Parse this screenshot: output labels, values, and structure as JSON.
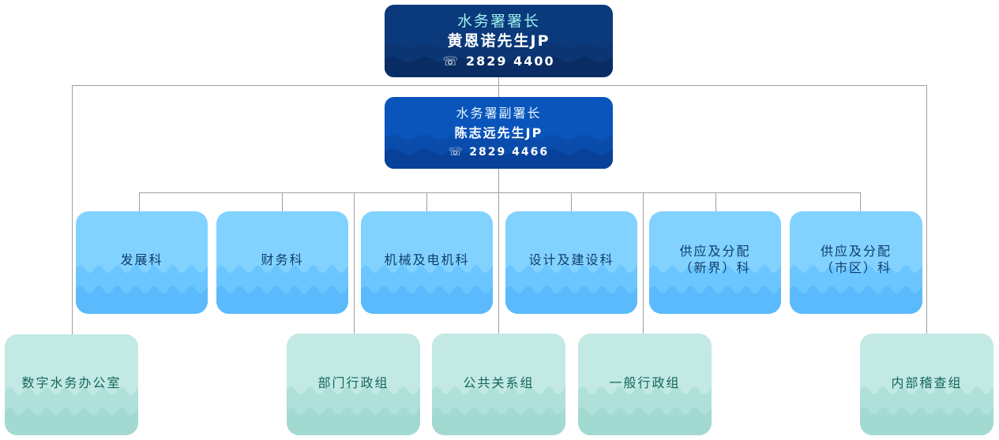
{
  "director": {
    "title": "水务署署长",
    "name": "黄恩诺先生JP",
    "phone_icon": "phone-icon",
    "phone": "2829 4400"
  },
  "deputy": {
    "title": "水务署副署长",
    "name": "陈志远先生JP",
    "phone_icon": "phone-icon",
    "phone": "2829 4466"
  },
  "sections": [
    {
      "line1": "发展科",
      "line2": ""
    },
    {
      "line1": "财务科",
      "line2": ""
    },
    {
      "line1": "机械及电机科",
      "line2": ""
    },
    {
      "line1": "设计及建设科",
      "line2": ""
    },
    {
      "line1": "供应及分配",
      "line2": "（新界）科"
    },
    {
      "line1": "供应及分配",
      "line2": "（市区）科"
    }
  ],
  "groups": [
    {
      "label": "数字水务办公室"
    },
    {
      "label": "部门行政组"
    },
    {
      "label": "公共关系组"
    },
    {
      "label": "一般行政组"
    },
    {
      "label": "内部稽查组"
    }
  ],
  "colors": {
    "director": "#0a3a7c",
    "deputy": "#0a55bb",
    "section": "#82d2ff",
    "group": "#c2e9e4",
    "line": "#a0a0a0"
  }
}
